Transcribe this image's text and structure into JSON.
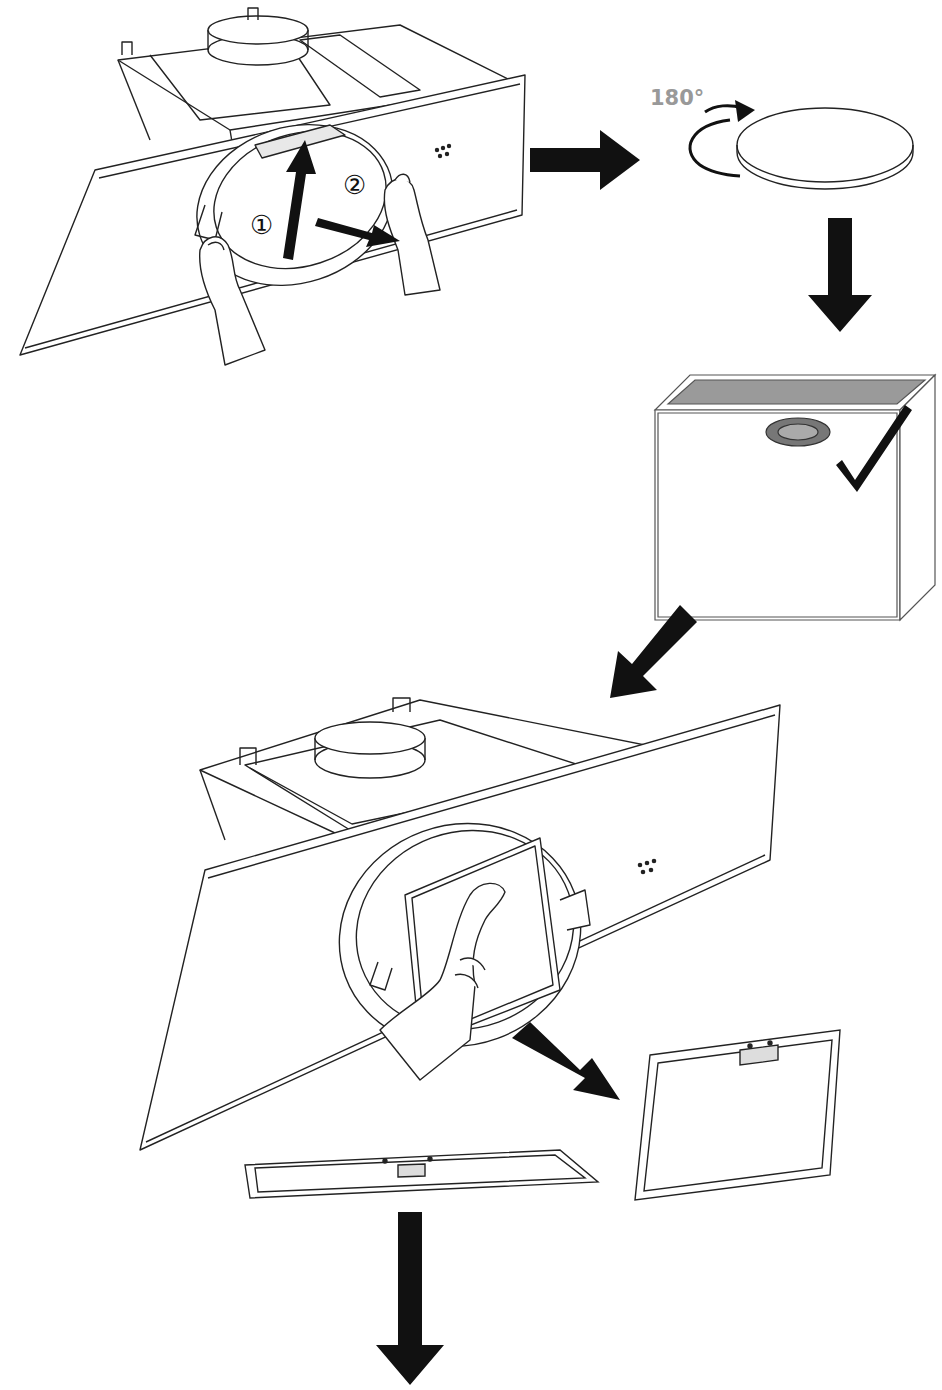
{
  "diagram": {
    "labels": [
      "①",
      "②",
      "180°"
    ]
  }
}
